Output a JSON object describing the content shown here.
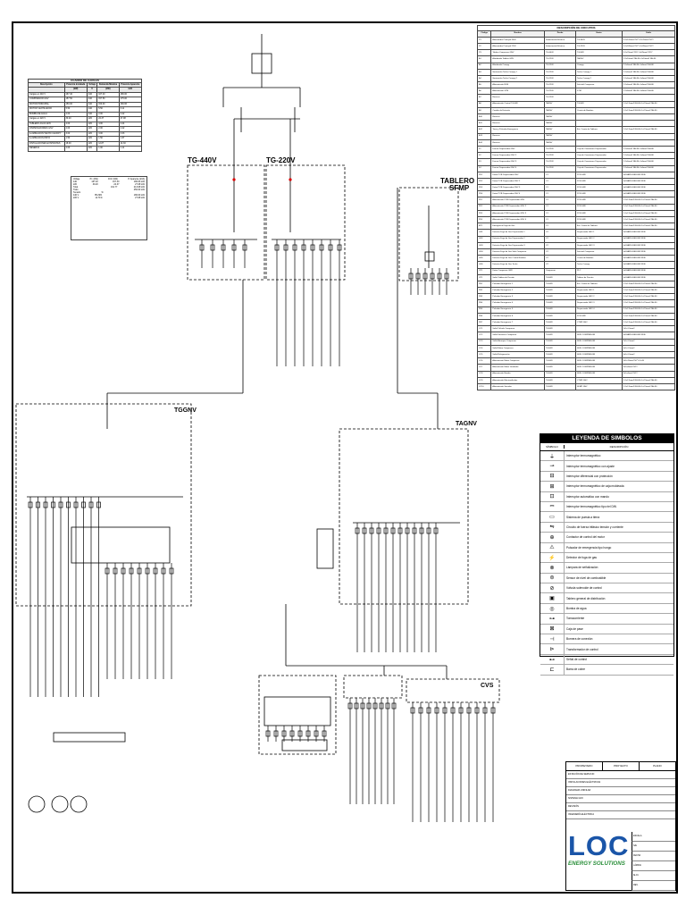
{
  "panels": {
    "tg440": "TG-440V",
    "tg220": "TG-220V",
    "tablero_title": "TABLERO",
    "tablero_sub": "SFMP",
    "tggnv": "TGGNV",
    "tagnv": "TAGNV",
    "cvs": "CVS"
  },
  "circuits": {
    "title": "DESCRIPCIÓN DE CIRCUITOS",
    "headers": [
      "Código",
      "Nombre",
      "Desde",
      "Hasta",
      "Cable"
    ],
    "rows": [
      [
        "P1",
        "Alimentador Principal 440V",
        "Subestación Eléctrica",
        "TG-440V",
        "3-1x120mm2 NYY+1x70mm2 NYY"
      ],
      [
        "P2",
        "Alimentador Principal 220V",
        "Subestación Eléctrica",
        "TG-220V",
        "3-1x185mm2 NYY+1x95mm2 NYY"
      ],
      [
        "P3",
        "Tablero Compresor GNV",
        "TG-440V",
        "TGGNV",
        "3-1x70mm2 NYY+1x35mm2 NYY"
      ],
      [
        "A1",
        "Alumbrado Tablero GNV",
        "TG-220V",
        "TAGNV",
        "2-1x10mm2 NH-80+1x10mm2 NH-80"
      ],
      [
        "A2",
        "Alumbrado Canopy",
        "TG-220V",
        "Canopy",
        "2-1x6mm2 NH-80+1x6mm2 NH-80"
      ],
      [
        "A3",
        "Iluminación Techo Canopy 1",
        "TG-220V",
        "Techo Canopy 1",
        "2-1x4mm2 NH-80+1x4mm2 NH-80"
      ],
      [
        "A4",
        "Iluminación Techo Canopy 2",
        "TG-220V",
        "Techo Canopy 2",
        "2-1x4mm2 NH-80+1x4mm2 NH-80"
      ],
      [
        "A5",
        "Alimentación RLM",
        "TG-220V",
        "Sala del Compresor",
        "2-1x4mm2 NH-80+1x4mm2 NH-80"
      ],
      [
        "A6",
        "Alimentación STM",
        "TG-220V",
        "STM",
        "2-1x6mm2 NH-80+1x6mm2 NH-80"
      ],
      [
        "A7",
        "Reserva",
        "TG-220V",
        "",
        ""
      ],
      [
        "A8",
        "Alimentación Control TGGNV",
        "TAGNV",
        "TGGNV",
        "2-1x2.5mm2 NH-80+1x2.5mm2 NH-80"
      ],
      [
        "A9",
        "Cambio de Estación",
        "TAGNV",
        "Cuarto de Bombas",
        "2-1x2.5mm2 NH-80+1x2.5mm2 NH-80"
      ],
      [
        "A10",
        "Reserva",
        "TAGNV",
        "",
        ""
      ],
      [
        "A11",
        "Reserva",
        "TAGNV",
        "",
        ""
      ],
      [
        "A12",
        "Toma y Pulsador Emergencia",
        "TAGNV",
        "Est. Cuarto de Tableros",
        "2-1x2.5mm2 NH-80+1x2.5mm2 NH-80"
      ],
      [
        "A13",
        "Reserva",
        "TAGNV",
        "",
        ""
      ],
      [
        "A14",
        "Reserva",
        "TAGNV",
        "",
        ""
      ],
      [
        "F1",
        "Fuerza Dispensador GNV",
        "TG-220V",
        "Caja de Conexiones Dispensador",
        "2-1x4mm2 NH-80+1x4mm2 NH-80"
      ],
      [
        "F2",
        "Fuerza Dispensador GNV 2",
        "TG-220V",
        "Caja de Conexiones Dispensador",
        "2-1x4mm2 NH-80+1x4mm2 NH-80"
      ],
      [
        "F3",
        "Fuerza Dispensador GNV 3",
        "TG-220V",
        "Caja de Conexiones Dispensador",
        "2-1x4mm2 NH-80+1x4mm2 NH-80"
      ],
      [
        "F4",
        "Fuerza Dispensador GNV 4",
        "TG-220V",
        "Caja de Conexiones Dispensador",
        "2-1x4mm2 NH-80+1x4mm2 NH-80"
      ],
      [
        "PD1",
        "Datos PCB Dispensador GNV",
        "C1",
        "PCB GNV",
        "4x18AWG BELDEN 9536"
      ],
      [
        "PD2",
        "Datos PCB Dispensador GNV 2",
        "C1",
        "PCB GNV",
        "4x18AWG BELDEN 9536"
      ],
      [
        "PD3",
        "Datos PCB Dispensador GNV 3",
        "C1",
        "PCB GNV",
        "4x18AWG BELDEN 9536"
      ],
      [
        "PD4",
        "Datos PCB Dispensador GNV 4",
        "C1",
        "PCB GNV",
        "4x18AWG BELDEN 9536"
      ],
      [
        "PF1",
        "Alimentación PCB Dispensador GNV",
        "C1",
        "PCB GNV",
        "2-1x2.5mm2 NH-80+1x2.5mm2 NH-80"
      ],
      [
        "PF2",
        "Alimentación PCB Dispensador GNV 2",
        "C1",
        "PCB GNV",
        "2-1x2.5mm2 NH-80+1x2.5mm2 NH-80"
      ],
      [
        "PF3",
        "Alimentación PCB Dispensador GNV 3",
        "C1",
        "PCB GNV",
        "2-1x2.5mm2 NH-80+1x2.5mm2 NH-80"
      ],
      [
        "PF4",
        "Alimentación PCB Dispensador GNV 4",
        "C1",
        "PCB GNV",
        "2-1x2.5mm2 NH-80+1x2.5mm2 NH-80"
      ],
      [
        "EP1",
        "Emergencia Fuga de Gas",
        "C1",
        "Est. Cuarto de Tableros",
        "2-1x2.5mm2 NH-80+1x2.5mm2 NH-80"
      ],
      [
        "GD1",
        "Detector Fuga de Gas Dispensador 1",
        "C2",
        "Dispensador GNV 1",
        "4x18AWG BELDEN 9536"
      ],
      [
        "GD2",
        "Detector Fuga de Gas Dispensador 2",
        "C2",
        "Dispensador GNV 2",
        "4x18AWG BELDEN 9536"
      ],
      [
        "GD3",
        "Detector Fuga de Gas Dispensador 3",
        "C2",
        "Dispensador GNV 3",
        "4x18AWG BELDEN 9536"
      ],
      [
        "GD4",
        "Detector Fuga de Gas Sala Compresor",
        "C2",
        "Sala del Compresor",
        "4x18AWG BELDEN 9536"
      ],
      [
        "GD5",
        "Detector Fuga de Gas Cuarto Bombas",
        "C2",
        "Cuarto de Bombas",
        "4x18AWG BELDEN 9536"
      ],
      [
        "GD6",
        "Detector Fuga de Gas Techo",
        "C2",
        "Techo Canopy",
        "4x18AWG BELDEN 9536"
      ],
      [
        "CP1",
        "Datos Compresor GNV",
        "Compresor",
        "PLC",
        "4x18AWG BELDEN 9536"
      ],
      [
        "CP2",
        "Señal Tablero de Presión",
        "TGGNV",
        "Tablero de Presión",
        "4x18AWG BELDEN 9536"
      ],
      [
        "PE1",
        "Pulsador Emergencia 1",
        "TGGNV",
        "Est. Cuarto de Tableros",
        "2-1x2.5mm2 NH-80+1x2.5mm2 NH-80"
      ],
      [
        "PE2",
        "Pulsador Emergencia 2",
        "TGGNV",
        "Dispensador GNV 1",
        "2-1x2.5mm2 NH-80+1x2.5mm2 NH-80"
      ],
      [
        "PE3",
        "Pulsador Emergencia 3",
        "TGGNV",
        "Dispensador GNV 2",
        "2-1x2.5mm2 NH-80+1x2.5mm2 NH-80"
      ],
      [
        "PE4",
        "Pulsador Emergencia 4",
        "TGGNV",
        "Dispensador GNV 3",
        "2-1x2.5mm2 NH-80+1x2.5mm2 NH-80"
      ],
      [
        "PE5",
        "Pulsador Emergencia 5",
        "TGGNV",
        "Dispensador GNV 4",
        "2-1x2.5mm2 NH-80+1x2.5mm2 NH-80"
      ],
      [
        "PE6",
        "Pulsador Emergencia 6",
        "TGGNV",
        "PCB GNV",
        "2-1x2.5mm2 NH-80+1x2.5mm2 NH-80"
      ],
      [
        "PE7",
        "Pulsador Emergencia 7",
        "TGGNV",
        "CTMP GNV",
        "2-1x2.5mm2 NH-80+1x2.5mm2 NH-80"
      ],
      [
        "CC1",
        "Señal Válvula Compresor",
        "TGGNV",
        "",
        "2x1x1.5mm2"
      ],
      [
        "CC2",
        "Señal Sensores Compresor",
        "TGGNV",
        "SKID COMPRESOR",
        "4x18AWG BELDEN 9536"
      ],
      [
        "CC3",
        "Señal Arranque Compresor",
        "TGGNV",
        "SKID COMPRESOR",
        "2x1x1.5mm2"
      ],
      [
        "CC4",
        "Señal Motor Compresor",
        "TGGNV",
        "SKID COMPRESOR",
        "4x1x1.5mm2"
      ],
      [
        "CC5",
        "Señal Refrigeración",
        "TGGNV",
        "SKID COMPRESOR",
        "4x1x1.5mm2"
      ],
      [
        "CC6",
        "Alimentación Motor Compresor",
        "TGGNV",
        "SKID COMPRESOR",
        "3x1x70mm2 NYY+1x35"
      ],
      [
        "CC7",
        "Alimentación Motor Ventilador",
        "TGGNV",
        "SKID COMPRESOR",
        "3x1x4mm2 NYY"
      ],
      [
        "CC8",
        "Alimentación Bomba",
        "TGGNV",
        "SKID COMPRESOR",
        "3x1x4mm2 NYY"
      ],
      [
        "CC9",
        "Alimentación Electroválvulas",
        "TGGNV",
        "CTMP GNV",
        "2-1x2.5mm2 NH-80+1x2.5mm2 NH-80"
      ],
      [
        "CC10",
        "Alimentación Secador",
        "TGGNV",
        "SFMP GNV",
        "2-1x2.5mm2 NH-80+1x2.5mm2 NH-80"
      ]
    ]
  },
  "loads": {
    "title": "CUADRO DE CARGAS",
    "headers": [
      "Descripción",
      "Potencia instalada",
      "Voltaje",
      "Demanda Máxima",
      "Potencia Aparente"
    ],
    "units": [
      "",
      "(kW)",
      "V",
      "(kW)",
      "kVA"
    ],
    "rows": [
      [
        "Cargas en 440 V",
        "167.40",
        "440",
        "167.40",
        "186.00"
      ],
      [
        "COMPRESOR GNV",
        "157.50",
        "440",
        "157.50",
        "175.00"
      ],
      [
        "MOTOR PRINCIPAL",
        "150.00",
        "440",
        "150.00",
        "166.66"
      ],
      [
        "MOTOR VENTILADOR",
        "5.50",
        "440",
        "5.50",
        "6.11"
      ],
      [
        "BOMBA DE AGUA",
        "2.00",
        "440",
        "2.00",
        "2.22"
      ],
      [
        "Cargas en 220 V",
        "30.20",
        "220",
        "24.37",
        "27.08"
      ],
      [
        "TABLERO AGUA GNV",
        "4.00",
        "220",
        "4.00",
        "4.44"
      ],
      [
        "DISPENSADORES GNV",
        "2.00",
        "220",
        "2.00",
        "2.22"
      ],
      [
        "ILUMINACIÓN TECHO CANOPY",
        "3.00",
        "220",
        "3.00",
        "3.33"
      ],
      [
        "ILUMINACIÓN PATIO",
        "1.50",
        "220",
        "1.50",
        "1.67"
      ],
      [
        "INSTALACIONES EXISTENTES",
        "18.00",
        "220",
        "12.87",
        "14.30"
      ],
      [
        "RESERVA",
        "2.00",
        "220",
        "1.00",
        "1.11"
      ]
    ]
  },
  "totals": {
    "lines": [
      [
        "Voltaje",
        "P.I. (kW)",
        "D.M. (kW)",
        "P. Aparente (kVA)"
      ],
      [
        "440",
        "167.40",
        "167.40",
        "186.00 kVA"
      ],
      [
        "220",
        "30.20",
        "24.37",
        "27.08 kVA"
      ],
      [
        "Total",
        "",
        "191.77",
        "213.08 kVA"
      ],
      [
        "Trafo",
        "",
        "",
        "250.00 kVA"
      ],
      [
        "Tensión",
        "%",
        "",
        ""
      ],
      [
        "440 V",
        "85.29%",
        "",
        "186.00 kVA"
      ],
      [
        "220 V",
        "12.71%",
        "",
        "27.08 kVA"
      ]
    ]
  },
  "legend": {
    "title": "LEYENDA DE SIMBOLOS",
    "col_symbol": "SÍMBOLO",
    "col_desc": "DESCRIPCIÓN",
    "items": [
      {
        "sym": "⏚",
        "icon": "ground-icon",
        "desc": "Interruptor termomagnético"
      },
      {
        "sym": "⊸",
        "icon": "breaker-icon",
        "desc": "Interruptor termomagnético con ajuste"
      },
      {
        "sym": "⊟",
        "icon": "contactor-icon",
        "desc": "Interruptor diferencial con protección"
      },
      {
        "sym": "⊞",
        "icon": "relay-icon",
        "desc": "Interruptor termomagnético de caja moldeada"
      },
      {
        "sym": "⊡",
        "icon": "meter-icon",
        "desc": "Interruptor automático con mando"
      },
      {
        "sym": "⎓",
        "icon": "fuse-icon",
        "desc": "Interruptor termomagnético tipo riel DIN"
      },
      {
        "sym": "▭",
        "icon": "junction-icon",
        "desc": "Sistema de puesta a tierra"
      },
      {
        "sym": "⇋",
        "icon": "switch-icon",
        "desc": "Circuito de fuerza trifásico tensión y corriente"
      },
      {
        "sym": "⊕",
        "icon": "motor-icon",
        "desc": "Contactor de control del motor"
      },
      {
        "sym": "⚠",
        "icon": "warning-icon",
        "desc": "Pulsador de emergencia tipo hongo"
      },
      {
        "sym": "⚡",
        "icon": "lightning-icon",
        "desc": "Detector de fuga de gas"
      },
      {
        "sym": "⊗",
        "icon": "lamp-icon",
        "desc": "Lámpara de señalización"
      },
      {
        "sym": "⊜",
        "icon": "sensor-icon",
        "desc": "Sensor de nivel de combustible"
      },
      {
        "sym": "⊘",
        "icon": "valve-icon",
        "desc": "Válvula solenoide de control"
      },
      {
        "sym": "▣",
        "icon": "panel-icon",
        "desc": "Tablero general de distribución"
      },
      {
        "sym": "◎",
        "icon": "pump-icon",
        "desc": "Bomba de agua"
      },
      {
        "sym": "⊶",
        "icon": "plug-icon",
        "desc": "Tomacorriente"
      },
      {
        "sym": "⊠",
        "icon": "box-icon",
        "desc": "Caja de pase"
      },
      {
        "sym": "⊣",
        "icon": "terminal-icon",
        "desc": "Bornera de conexión"
      },
      {
        "sym": "⊳",
        "icon": "transformer-icon",
        "desc": "Transformador de control"
      },
      {
        "sym": "⊷",
        "icon": "cable-icon",
        "desc": "Señal de control"
      },
      {
        "sym": "⊏",
        "icon": "bar-icon",
        "desc": "Barra de cobre"
      }
    ]
  },
  "title_block": {
    "head": [
      "PROPIETARIO",
      "PROYECTO",
      "PLANO"
    ],
    "lines": [
      "ESTACIÓN DE SERVICIO",
      "INSTALACIONES ELÉCTRICAS",
      "DIAGRAMA UNIFILAR",
      "SISTEMA GNV",
      "REVISIÓN",
      "INGENIERÍA ELÉCTRICA"
    ],
    "side": [
      "ESCALA",
      "S/E",
      "FECHA",
      "LÁMINA",
      "IE-01",
      "REV."
    ],
    "logo_main": "LOC",
    "logo_sub": "ENERGY SOLUTIONS"
  }
}
